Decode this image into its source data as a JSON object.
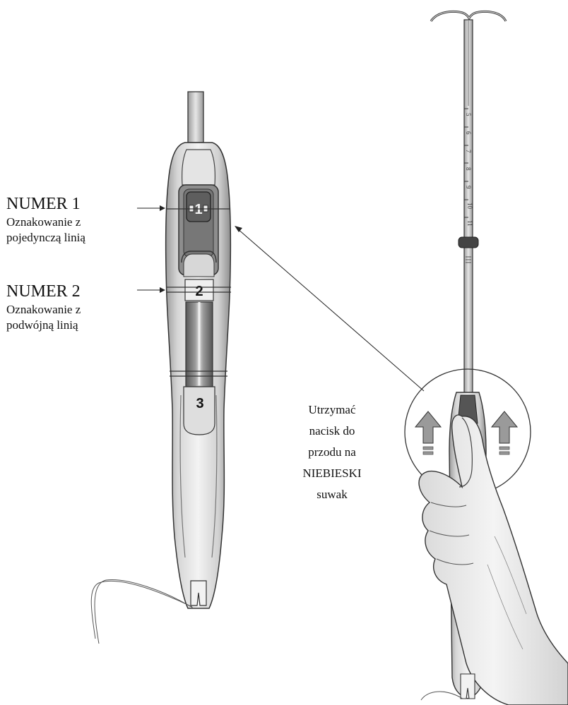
{
  "marker_1": {
    "title": "NUMER 1",
    "line1": "Oznakowanie z",
    "line2": "pojedynczą linią"
  },
  "marker_2": {
    "title": "NUMER 2",
    "line1": "Oznakowanie z",
    "line2": "podwójną linią"
  },
  "callout": {
    "line1": "Utrzymać",
    "line2": "nacisk do",
    "line3": "przodu na",
    "line4": "NIEBIESKI",
    "line5": "suwak"
  },
  "inserter_numbers": [
    "1",
    "2",
    "3"
  ],
  "depth_scale": [
    "5",
    "6",
    "7",
    "8",
    "9",
    "10",
    "11"
  ],
  "colors": {
    "line": "#333333",
    "body_light": "#ececec",
    "body_mid": "#c9c9c9",
    "body_dark": "#8e8e8e",
    "slider_dark": "#6f6f6f",
    "arrow_grey": "#9a9a9a"
  }
}
